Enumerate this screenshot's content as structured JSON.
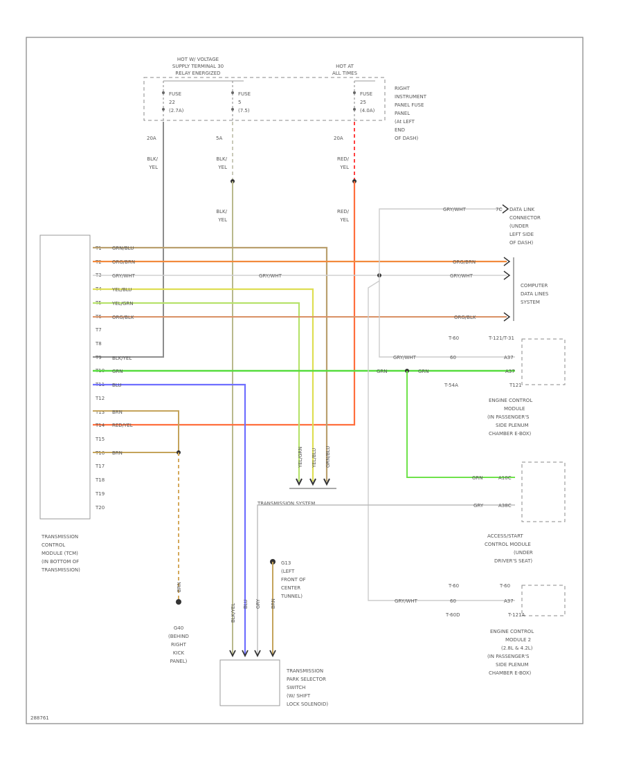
{
  "fuse_block": {
    "header_left": [
      "HOT W/ VOLTAGE",
      "SUPPLY TERMINAL 30",
      "RELAY ENERGIZED"
    ],
    "header_right": [
      "HOT AT",
      "ALL TIMES"
    ],
    "fuses": [
      {
        "lines": [
          "FUSE",
          "22",
          "(2.7A)"
        ],
        "amp": "20A"
      },
      {
        "lines": [
          "FUSE",
          "5",
          "(7.5)"
        ],
        "amp": "5A"
      },
      {
        "lines": [
          "FUSE",
          "25",
          "(4.0A)"
        ],
        "amp": "20A"
      }
    ],
    "location": [
      "RIGHT",
      "INSTRUMENT",
      "PANEL FUSE",
      "PANEL",
      "(At LEFT",
      "END",
      "OF DASH)"
    ]
  },
  "supply_wires": {
    "w1": [
      "BLK/",
      "YEL"
    ],
    "w2": [
      "BLK/",
      "YEL"
    ],
    "w2b": [
      "BLK/",
      "YEL"
    ],
    "w3": [
      "RED/",
      "YEL"
    ],
    "w3b": [
      "RED/",
      "YEL"
    ]
  },
  "tcm": {
    "label": [
      "TRANSMISSION",
      "CONTROL",
      "MODULE (TCM)",
      "(IN BOTTOM OF",
      "TRANSMISSION)"
    ],
    "pins": [
      "T1",
      "T2",
      "T3",
      "T4",
      "T5",
      "T6",
      "T7",
      "T8",
      "T9",
      "T10",
      "T11",
      "T12",
      "T13",
      "T14",
      "T15",
      "T16",
      "T17",
      "T18",
      "T19",
      "T20"
    ],
    "wires": [
      {
        "label": "GRN/BLU",
        "color": "#b99f6e"
      },
      {
        "label": "ORG/BRN",
        "color": "#f28a3c"
      },
      {
        "label": "GRY/WHT",
        "color": "#cccccc"
      },
      {
        "label": "YEL/BLU",
        "color": "#dede52"
      },
      {
        "label": "YEL/GRN",
        "color": "#b6e26a"
      },
      {
        "label": "ORG/BLK",
        "color": "#d99064"
      },
      {
        "label": "BLK/YEL",
        "color": "#8c8c8c"
      },
      {
        "label": "GRN",
        "color": "#55dc3c"
      },
      {
        "label": "BLU",
        "color": "#6e6eff"
      },
      {
        "label": "BRN",
        "color": "#c4a35a"
      },
      {
        "label": "RED/YEL",
        "color": "#ff6e3c"
      },
      {
        "label": "BRN",
        "color": "#c4a35a"
      }
    ]
  },
  "data_link": {
    "wire": "GRY/WHT",
    "pin": "7C",
    "label": [
      "DATA LINK",
      "CONNECTOR",
      "(UNDER",
      "LEFT SIDE",
      "OF DASH)"
    ]
  },
  "computer_data_lines": {
    "wires": [
      "ORG/BRN",
      "GRY/WHT",
      "ORG/BLK"
    ],
    "label": [
      "COMPUTER",
      "DATA LINES",
      "SYSTEM"
    ]
  },
  "ecm": {
    "wires": [
      "GRY/WHT",
      "GRN"
    ],
    "conn_a": [
      "T-60",
      "60",
      "T-54A"
    ],
    "conn_b": [
      "T-121/T-31",
      "A37",
      "T121"
    ],
    "label": [
      "ENGINE CONTROL",
      "MODULE",
      "(IN PASSENGER'S",
      "SIDE PLENUM",
      "CHAMBER E-BOX)"
    ]
  },
  "start_module": {
    "wires": [
      "GRN",
      "GRY"
    ],
    "pins": [
      "A10C",
      "A38C"
    ],
    "label": [
      "ACCESS/START",
      "CONTROL MODULE",
      "(UNDER",
      "DRIVER'S SEAT)"
    ]
  },
  "ecm2": {
    "wire": "GRY/WHT",
    "conn_a": [
      "T-60",
      "60",
      "T-60D"
    ],
    "conn_b": [
      "T-60",
      "A37",
      "T-121A"
    ],
    "label": [
      "ENGINE CONTROL",
      "MODULE 2",
      "(2.8L & 4.2L)",
      "(IN PASSENGER'S",
      "SIDE PLENUM",
      "CHAMBER E-BOX)"
    ]
  },
  "transmission_system": "TRANSMISSION SYSTEM",
  "trans_system_wires": [
    "YEL/GRN",
    "YEL/BLU",
    "GRN/BLU"
  ],
  "ground_g40": {
    "wire": "BRN",
    "label": [
      "G40",
      "(BEHIND",
      "RIGHT",
      "KICK",
      "PANEL)"
    ]
  },
  "ground_g13": {
    "wire": "BRN",
    "label": [
      "G13",
      "(LEFT",
      "FRONT OF",
      "CENTER",
      "TUNNEL)"
    ]
  },
  "park_switch": {
    "wires": [
      "BLK/YEL",
      "BLU",
      "GRY",
      "BRN"
    ],
    "label": [
      "TRANSMISSION",
      "PARK SELECTOR",
      "SWITCH",
      "(W/ SHIFT",
      "LOCK SOLENOID)"
    ]
  },
  "footer_code": "288761"
}
